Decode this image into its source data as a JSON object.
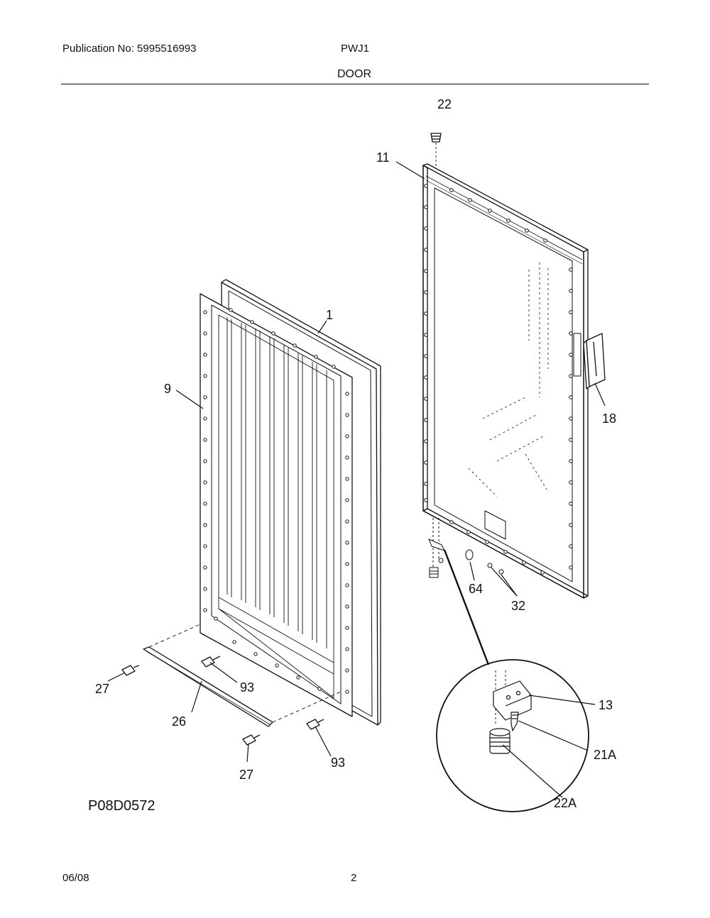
{
  "header": {
    "publication": "Publication No: 5995516993",
    "model": "PWJ1",
    "section": "DOOR"
  },
  "diagram": {
    "code": "P08D0572",
    "callouts": {
      "c22": "22",
      "c11": "11",
      "c1": "1",
      "c9": "9",
      "c18": "18",
      "c64": "64",
      "c32": "32",
      "c27a": "27",
      "c93a": "93",
      "c26": "26",
      "c27b": "27",
      "c93b": "93",
      "c13": "13",
      "c21a": "21A",
      "c22a": "22A"
    }
  },
  "footer": {
    "date": "06/08",
    "page": "2"
  }
}
